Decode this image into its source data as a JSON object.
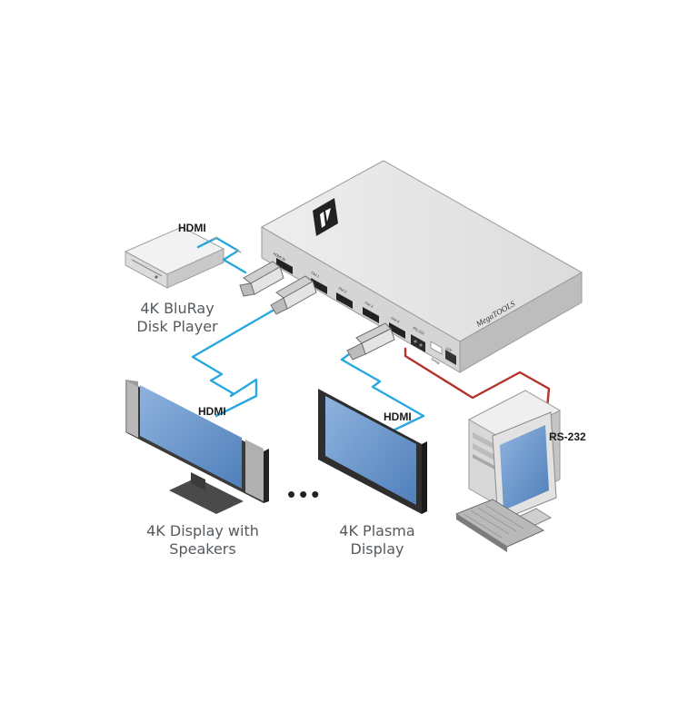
{
  "devices": {
    "player": {
      "caption_line1": "4K BluRay",
      "caption_line2": "Disk Player"
    },
    "display_speakers": {
      "caption_line1": "4K Display with",
      "caption_line2": "Speakers"
    },
    "display_plasma": {
      "caption_line1": "4K Plasma",
      "caption_line2": "Display"
    },
    "splitter": {
      "brand_text": "MegaTOOLS",
      "ports": [
        "HDMI IN",
        "Out 1",
        "Out 2",
        "Out 3",
        "Out 4",
        "RS-232",
        "Setup",
        "12V"
      ]
    }
  },
  "cables": {
    "input_label": "HDMI",
    "output1_label": "HDMI",
    "output4_label": "HDMI",
    "serial_label": "RS-232"
  },
  "ellipsis": "•••",
  "colors": {
    "hdmi_cable": "#29a8df",
    "serial_cable": "#b5322b",
    "screen": "#5b8bc4",
    "chassis": "#e6e6e6"
  }
}
